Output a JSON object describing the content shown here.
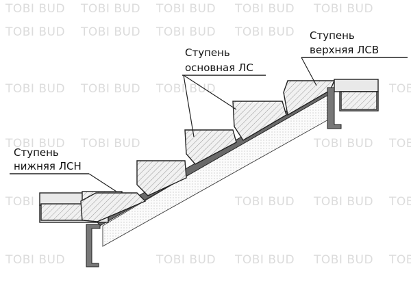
{
  "watermark": "TOBI BUD",
  "labels": {
    "top_line1": "Ступень",
    "top_line2": "верхняя ЛСВ",
    "mid_line1": "Ступень",
    "mid_line2": "основная ЛС",
    "low_line1": "Ступень",
    "low_line2": "нижняя ЛСН"
  },
  "colors": {
    "line": "#222222",
    "watermark": "#dcdcdc",
    "fill": "#e9e9e9",
    "beam": "#6a6a6a"
  }
}
